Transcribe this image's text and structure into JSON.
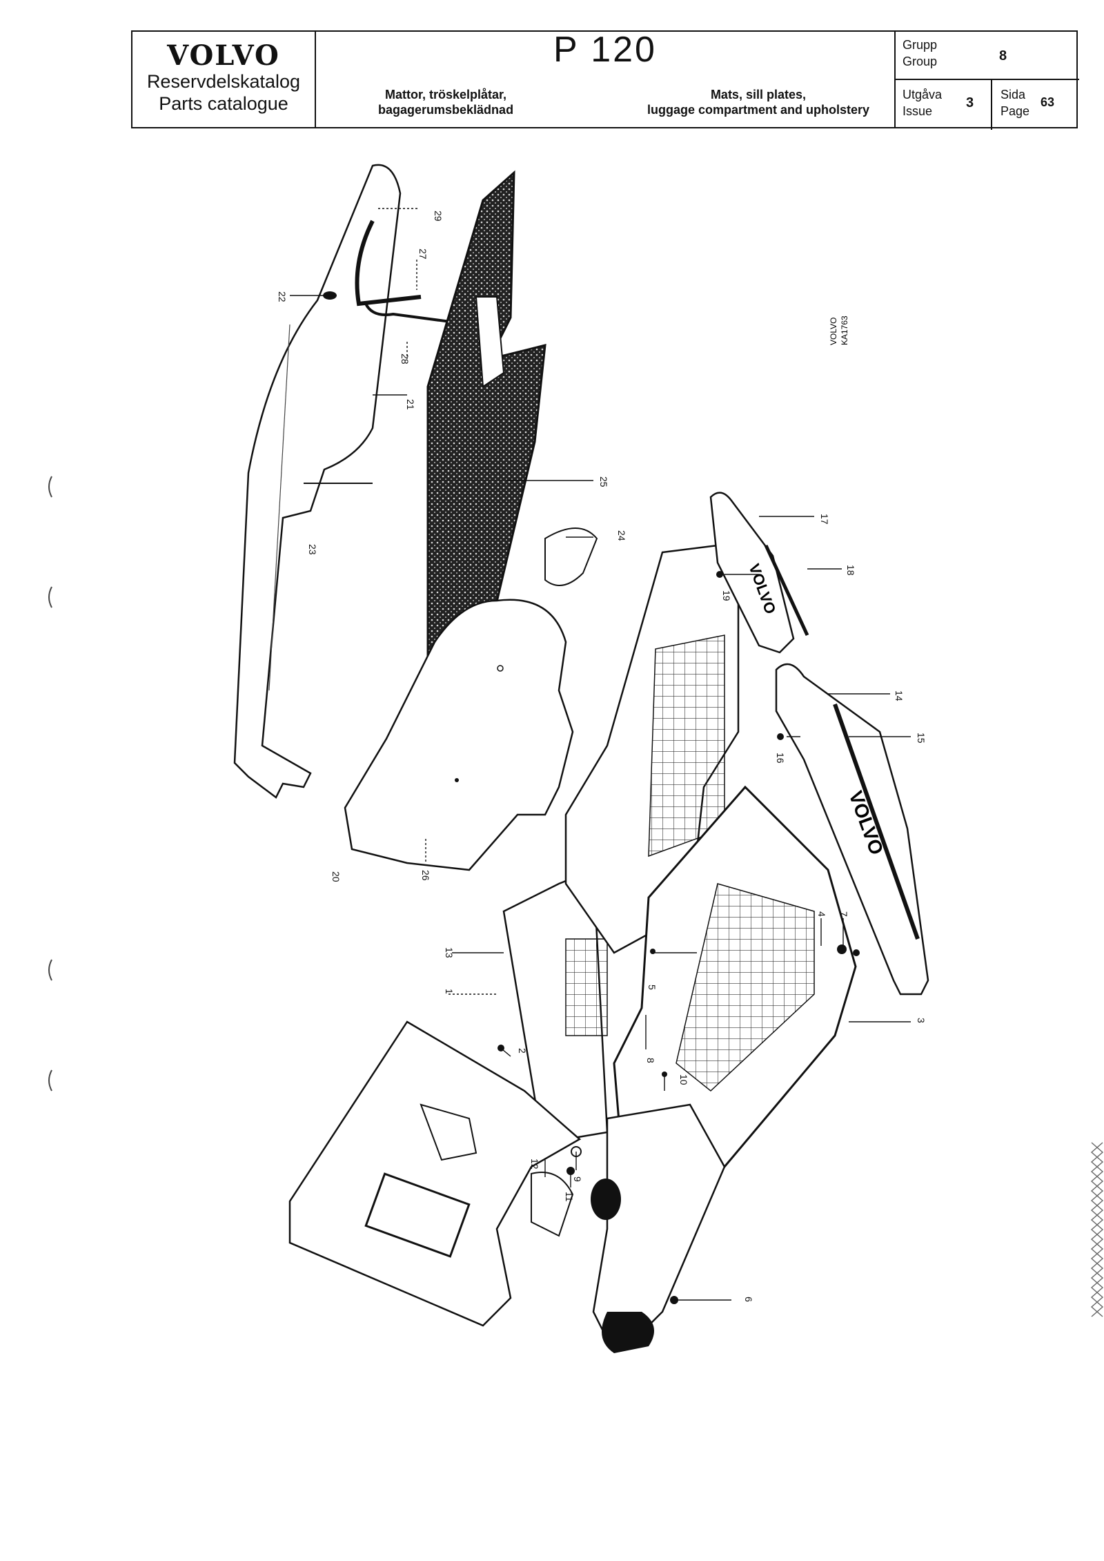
{
  "header": {
    "brand": "VOLVO",
    "catalog_sv": "Reservdelskatalog",
    "catalog_en": "Parts catalogue",
    "model": "P 120",
    "title_sv_1": "Mattor, tröskelplåtar,",
    "title_sv_2": "bagagerumsbeklädnad",
    "title_en_1": "Mats, sill plates,",
    "title_en_2": "luggage compartment and upholstery",
    "group_label_sv": "Grupp",
    "group_label_en": "Group",
    "group_value": "8",
    "issue_label_sv": "Utgåva",
    "issue_label_en": "Issue",
    "issue_value": "3",
    "page_label_sv": "Sida",
    "page_label_en": "Page",
    "page_value": "63"
  },
  "drawing": {
    "ref_code_1": "VOLVO",
    "ref_code_2": "KA1763",
    "sill_marking": "VOLVO",
    "callouts": [
      "1",
      "2",
      "3",
      "4",
      "5",
      "6",
      "7",
      "8",
      "9",
      "10",
      "11",
      "12",
      "13",
      "14",
      "15",
      "16",
      "17",
      "18",
      "19",
      "20",
      "21",
      "22",
      "23",
      "24",
      "25",
      "26",
      "27",
      "28",
      "29"
    ]
  },
  "colors": {
    "ink": "#111111",
    "paper": "#ffffff",
    "mat_dark": "#1a1a1a"
  }
}
